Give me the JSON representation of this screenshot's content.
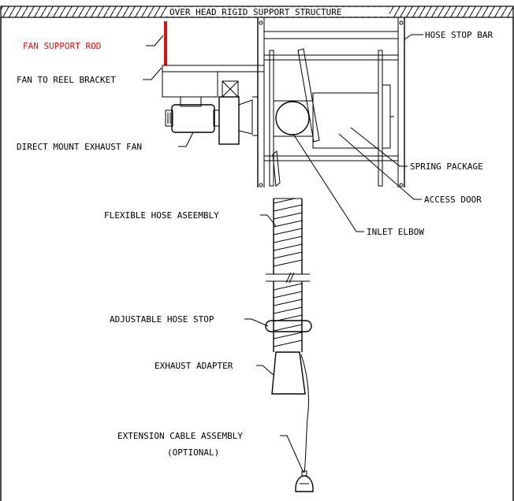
{
  "colors": {
    "line": "#000000",
    "highlight": "#e01010",
    "background": "#ffffff"
  },
  "labels": {
    "structure": "OVER HEAD RIGID SUPPORT STRUCTURE",
    "fan_support_rod": "FAN SUPPORT ROD",
    "hose_stop_bar": "HOSE STOP BAR",
    "fan_to_reel_bracket": "FAN TO REEL BRACKET",
    "direct_mount_exhaust_fan": "DIRECT MOUNT EXHAUST FAN",
    "spring_package": "SPRING PACKAGE",
    "access_door": "ACCESS DOOR",
    "inlet_elbow": "INLET ELBOW",
    "flexible_hose_assembly": "FLEXIBLE HOSE ASEEMBLY",
    "adjustable_hose_stop": "ADJUSTABLE HOSE STOP",
    "exhaust_adapter": "EXHAUST ADAPTER",
    "extension_cable_assembly": "EXTENSION CABLE ASSEMBLY",
    "optional": "(OPTIONAL)"
  }
}
